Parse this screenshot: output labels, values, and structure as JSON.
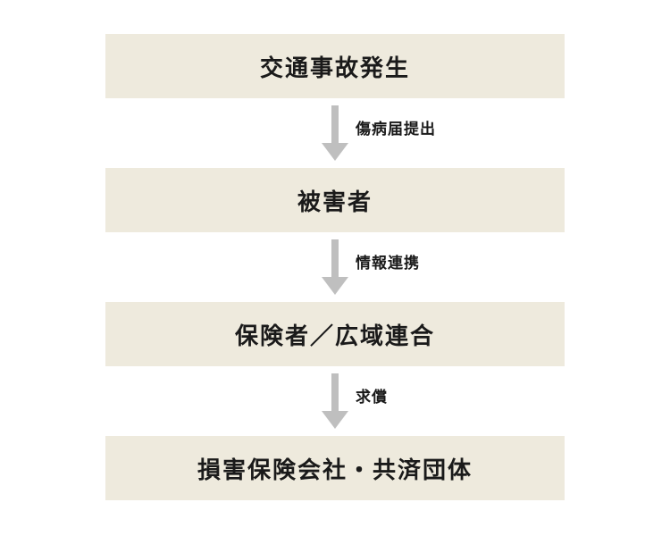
{
  "colors": {
    "box_background": "#eeeadd",
    "arrow": "#bfbfbf",
    "text": "#1a1a1a"
  },
  "nodes": [
    {
      "label": "交通事故発生"
    },
    {
      "label": "被害者"
    },
    {
      "label": "保険者／広域連合"
    },
    {
      "label": "損害保険会社・共済団体"
    }
  ],
  "edges": [
    {
      "label": "傷病届提出"
    },
    {
      "label": "情報連携"
    },
    {
      "label": "求償"
    }
  ]
}
